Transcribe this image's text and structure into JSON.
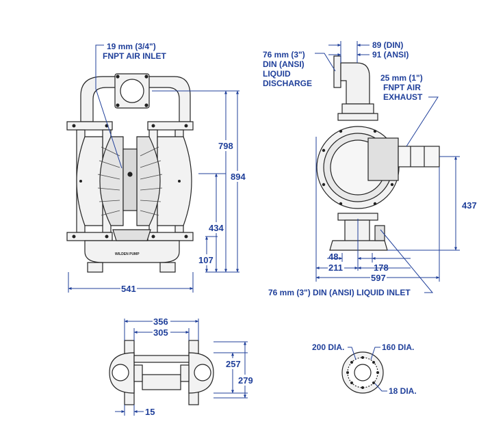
{
  "colors": {
    "label": "#1f3f9a",
    "line": "#222222",
    "fill": "#f2f2f2",
    "fill_dark": "#cfcfcf"
  },
  "front_view": {
    "air_inlet_line1": "19 mm (3/4\")",
    "air_inlet_line2": "FNPT AIR INLET",
    "dims": {
      "h798": "798",
      "h894": "894",
      "h434": "434",
      "h107": "107",
      "w541": "541"
    },
    "plate_text": "WILDEN PUMP"
  },
  "side_view": {
    "discharge": [
      "76 mm (3\")",
      "DIN (ANSI)",
      "LIQUID",
      "DISCHARGE"
    ],
    "flange_din": "89 (DIN)",
    "flange_ansi": "91 (ANSI)",
    "exhaust": [
      "25 mm (1\")",
      "FNPT AIR",
      "EXHAUST"
    ],
    "dims": {
      "h437": "437",
      "w48": "48",
      "w178": "178",
      "w211": "211",
      "w597": "597"
    },
    "inlet_label": "76 mm (3\") DIN (ANSI) LIQUID INLET"
  },
  "bottom_view": {
    "dims": {
      "w356": "356",
      "w305": "305",
      "d257": "257",
      "d279": "279",
      "w15": "15"
    }
  },
  "flange_view": {
    "dia200": "200 DIA.",
    "dia160": "160 DIA.",
    "dia18": "18 DIA."
  }
}
